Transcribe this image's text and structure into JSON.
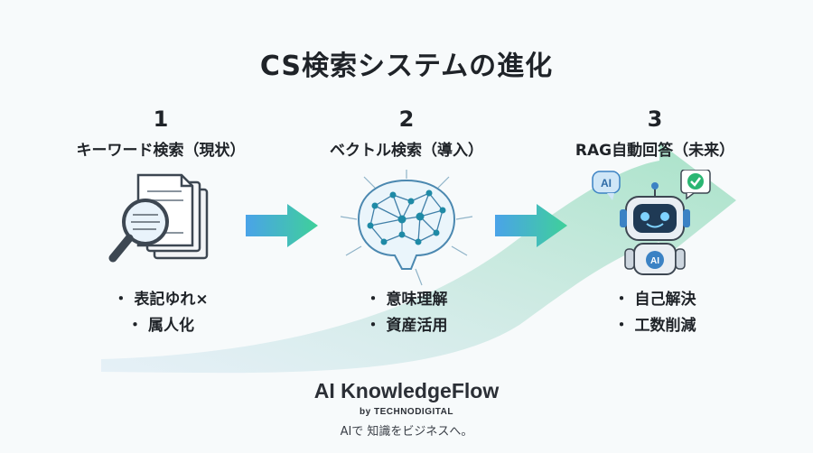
{
  "title": "CS検索システムの進化",
  "stages": [
    {
      "number": "1",
      "name": "キーワード検索（現状）",
      "bullets": [
        "表記ゆれ×",
        "属人化"
      ],
      "icon": "magnifier-documents-icon"
    },
    {
      "number": "2",
      "name": "ベクトル検索（導入）",
      "bullets": [
        "意味理解",
        "資産活用"
      ],
      "icon": "neural-brain-icon"
    },
    {
      "number": "3",
      "name": "RAG自動回答（未来）",
      "bullets": [
        "自己解決",
        "工数削減"
      ],
      "icon": "robot-icon"
    }
  ],
  "robot": {
    "bubble_text": "AI",
    "badge_text": "AI"
  },
  "bullet_glyph": "・",
  "brand": {
    "name": "AI KnowledgeFlow",
    "by": "by TECHNODIGITAL",
    "tagline": "AIで 知識をビジネスへ。"
  },
  "colors": {
    "arrow_start": "#4aa3e8",
    "arrow_end": "#3fd09a",
    "swoosh": "#b7e3d5",
    "robot_accent": "#3b82c4"
  }
}
